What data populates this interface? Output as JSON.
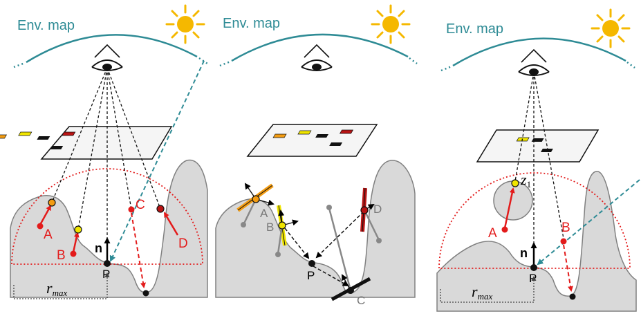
{
  "panels": [
    {
      "env_label": "Env. map",
      "point_labels": {
        "A": "A",
        "B": "B",
        "C": "C",
        "D": "D",
        "P": "P",
        "n": "n"
      },
      "rmax": {
        "main": "r",
        "sub": "max"
      }
    },
    {
      "env_label": "Env. map",
      "point_labels": {
        "A": "A",
        "B": "B",
        "C": "C",
        "D": "D",
        "P": "P"
      }
    },
    {
      "env_label": "Env. map",
      "point_labels": {
        "A": "A",
        "B": "B",
        "P": "P",
        "n": "n",
        "z": "z",
        "z_sub": "1"
      },
      "rmax": {
        "main": "r",
        "sub": "max"
      }
    }
  ],
  "colors": {
    "terrain": "#d9d9d9",
    "terrain_stroke": "#808080",
    "env_arc": "#2e8b95",
    "sun": "#f5b800",
    "hemisphere": "#e31b1b",
    "sample_orange": "#f39c12",
    "sample_yellow": "#f0e500",
    "sample_darkred": "#b81414",
    "label_red": "#e31b1b"
  }
}
